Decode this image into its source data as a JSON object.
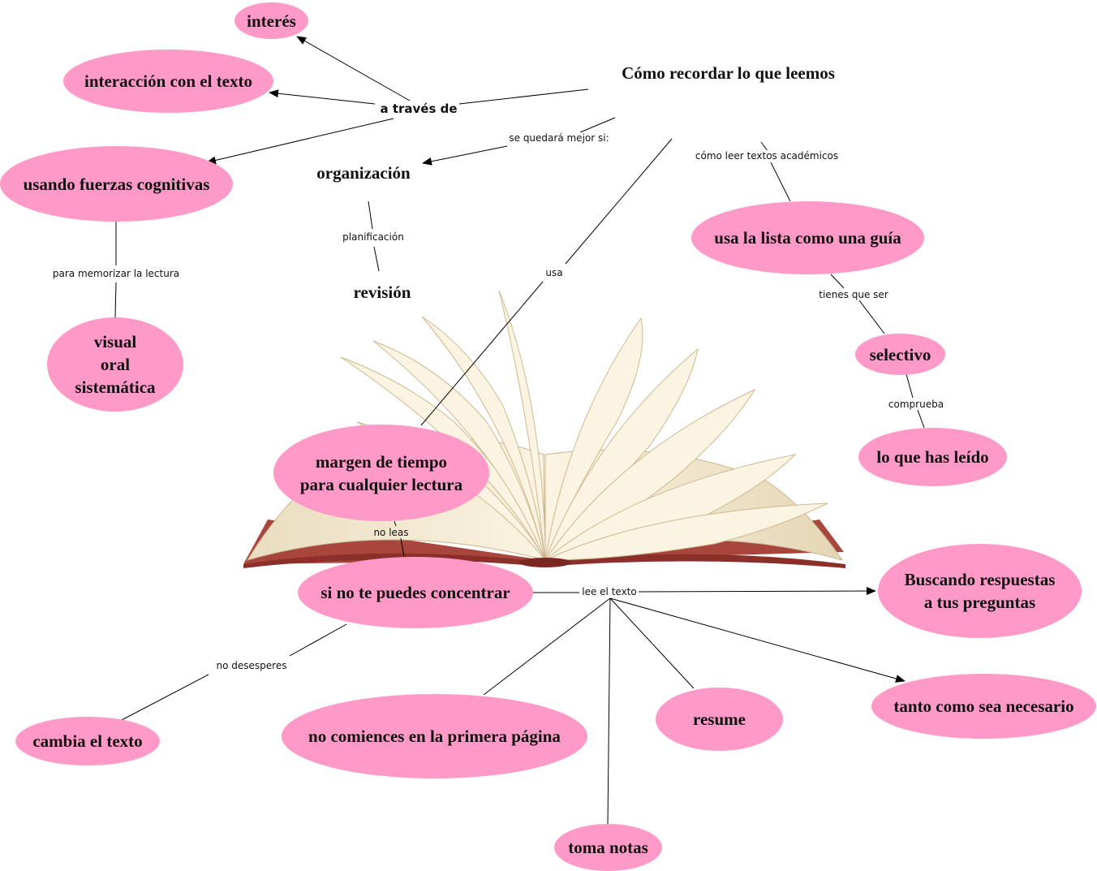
{
  "nodes": {
    "title": "Cómo recordar lo que leemos",
    "interes": "interés",
    "interaccion": "interacción con el texto",
    "fuerzas": "usando fuerzas cognitivas",
    "organizacion": "organización",
    "revision": "revisión",
    "visual": [
      "visual",
      "oral",
      "sistemática"
    ],
    "lista": "usa la lista como una guía",
    "selectivo": "selectivo",
    "leido": "lo que has leído",
    "margen": [
      "margen de tiempo",
      "para cualquier lectura"
    ],
    "concentrar": "si no te puedes concentrar",
    "buscando": [
      "Buscando respuestas",
      "a tus preguntas"
    ],
    "tanto": "tanto como sea necesario",
    "resume": "resume",
    "comiences": "no comiences en la primera página",
    "cambia": "cambia el texto",
    "notas": "toma notas"
  },
  "links": {
    "a_traves": "a través de",
    "se_quedara": "se quedará mejor si:",
    "como_leer": "cómo leer textos académicos",
    "planificacion": "planificación",
    "usa": "usa",
    "memorizar": "para memorizar la lectura",
    "tienes": "tienes que ser",
    "comprueba": "comprueba",
    "no_leas": "no leas",
    "lee_texto": "lee el texto",
    "desesperes": "no desesperes"
  },
  "colors": {
    "node_fill": "#ff99c8",
    "line": "#000000"
  },
  "image": {
    "semantic": "open-book-icon"
  }
}
